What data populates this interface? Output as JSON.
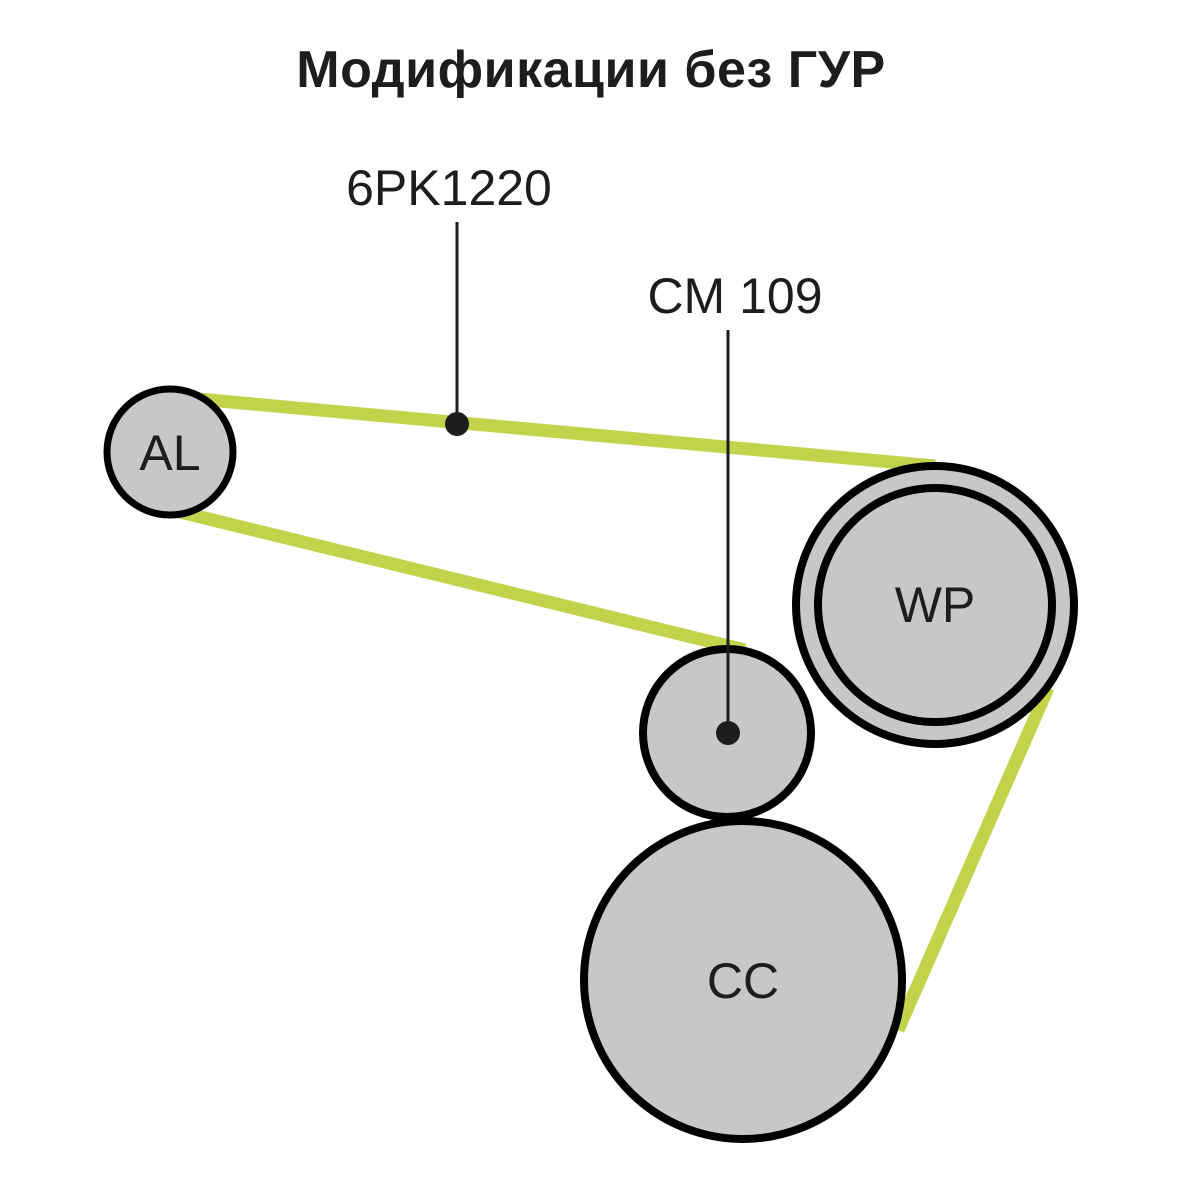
{
  "title": "Модификации без ГУР",
  "colors": {
    "belt": "#c1d34a",
    "pulley_fill": "#c8c7c6",
    "outline": "#000000",
    "text": "#1d1d1b"
  },
  "callouts": {
    "belt": "6PK1220",
    "tensioner": "CM 109"
  },
  "pulleys": {
    "al": "AL",
    "wp": "WP",
    "cc": "CC"
  }
}
